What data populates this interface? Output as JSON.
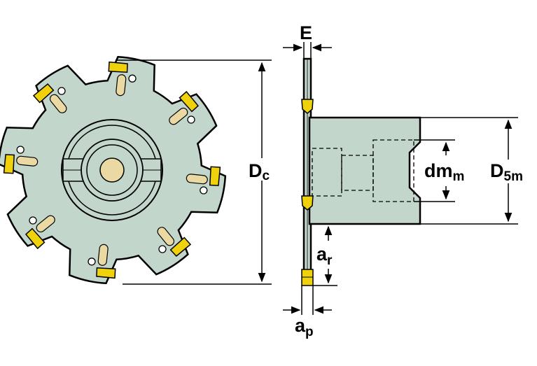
{
  "labels": {
    "e": "E",
    "dc_main": "D",
    "dc_sub": "c",
    "dmm_main": "dm",
    "dmm_sub": "m",
    "d5m_main": "D",
    "d5m_sub": "5m",
    "ar_main": "a",
    "ar_sub": "r",
    "ap_main": "a",
    "ap_sub": "p"
  },
  "colors": {
    "body": "#c3d6cb",
    "insert": "#f0d20c",
    "chip_gullet": "#ead9a3",
    "outline": "#000000"
  },
  "tool": {
    "teeth": 8
  }
}
